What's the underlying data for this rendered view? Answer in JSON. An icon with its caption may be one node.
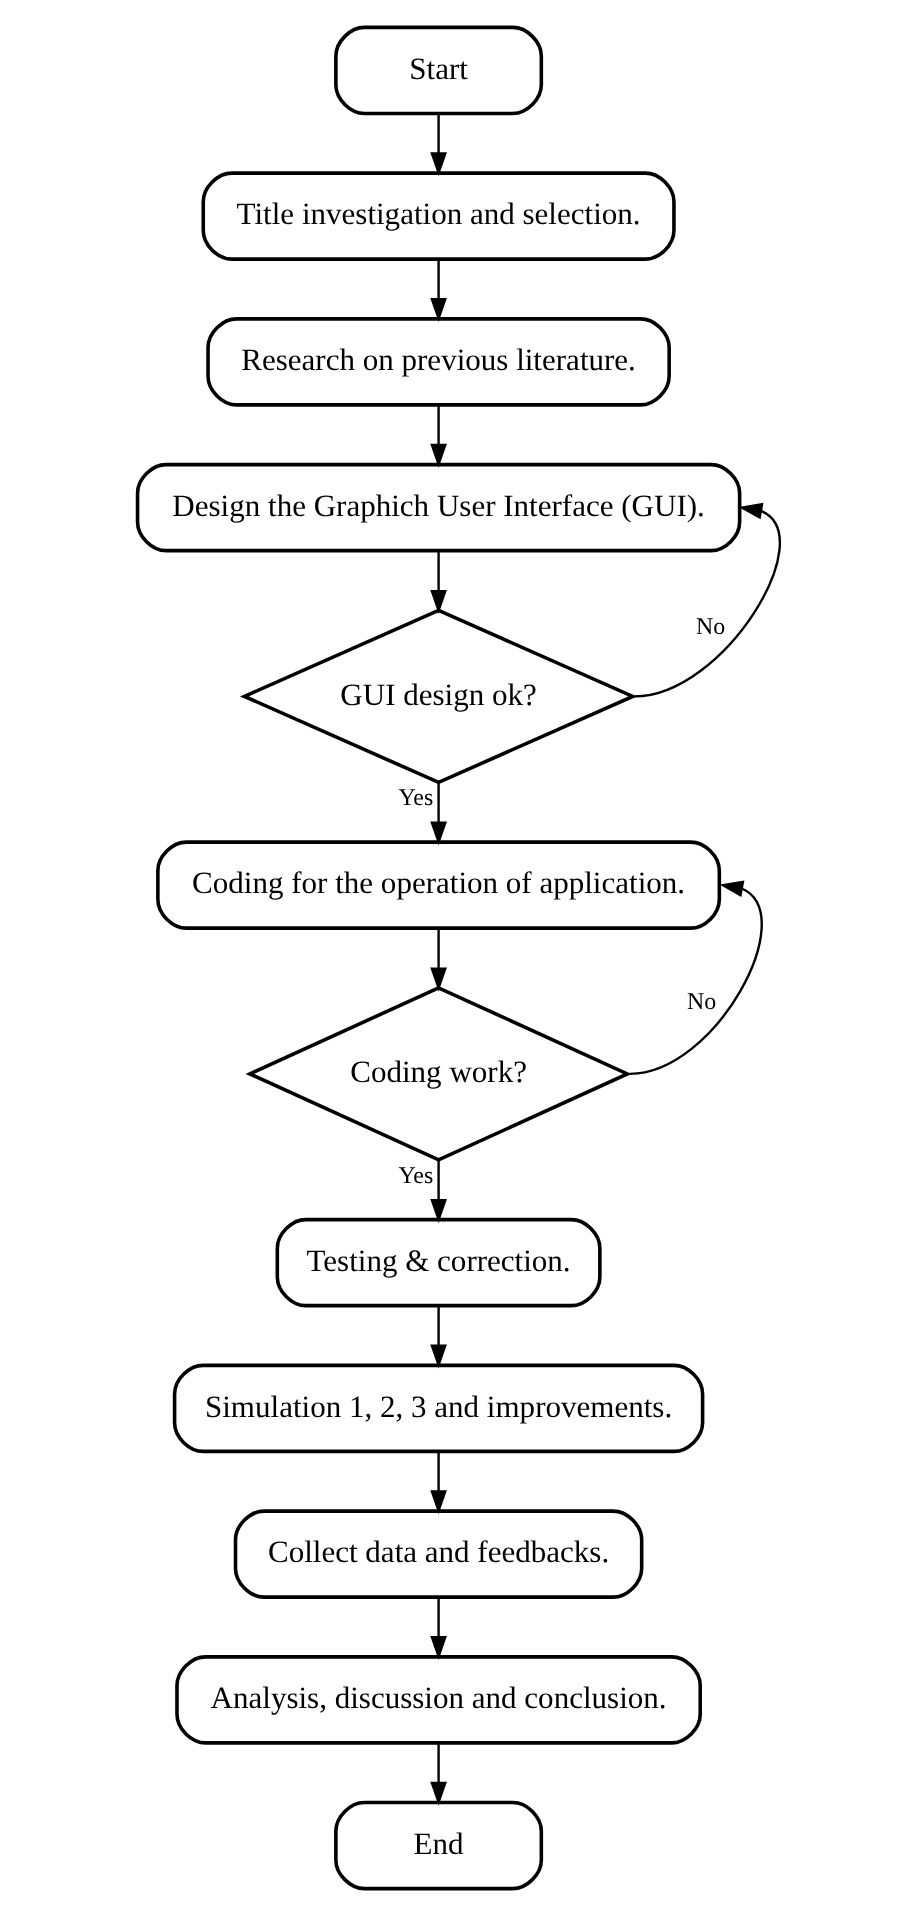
{
  "diagram": {
    "nodes": [
      {
        "text": [
          "Start"
        ]
      },
      {
        "text": [
          "Title investigation and selection."
        ]
      },
      {
        "text": [
          "Research on previous literature."
        ]
      },
      {
        "text": [
          "Design the Graphich User Interface (GUI)."
        ]
      },
      {
        "text": [
          "GUI design ok?"
        ]
      },
      {
        "text": [
          "Coding for the operation of application."
        ]
      },
      {
        "text": [
          "Coding work?"
        ]
      },
      {
        "text": [
          "Testing & correction."
        ]
      },
      {
        "text": [
          "Simulation 1, 2, 3 and improvements."
        ]
      },
      {
        "text": [
          "Collect data and feedbacks."
        ]
      },
      {
        "text": [
          "Analysis, discussion and conclusion."
        ]
      },
      {
        "text": [
          "End"
        ]
      }
    ],
    "edges": [
      {
        "from": 0,
        "to": 1,
        "arrow": "to"
      },
      {
        "from": 1,
        "to": 2,
        "arrow": "to"
      },
      {
        "from": 2,
        "to": 3,
        "arrow": "to"
      },
      {
        "from": 3,
        "to": 4,
        "arrow": "to"
      },
      {
        "from": 4,
        "to": 5,
        "arrow": "to",
        "label": "Yes"
      },
      {
        "from": 4,
        "to": 3,
        "arrow": "to",
        "label": "No"
      },
      {
        "from": 5,
        "to": 6,
        "arrow": "to"
      },
      {
        "from": 6,
        "to": 7,
        "arrow": "to",
        "label": "Yes"
      },
      {
        "from": 6,
        "to": 5,
        "arrow": "to",
        "label": "No"
      },
      {
        "from": 7,
        "to": 8,
        "arrow": "to"
      },
      {
        "from": 8,
        "to": 9,
        "arrow": "to"
      },
      {
        "from": 9,
        "to": 10,
        "arrow": "to"
      },
      {
        "from": 10,
        "to": 11,
        "arrow": "to"
      }
    ]
  }
}
